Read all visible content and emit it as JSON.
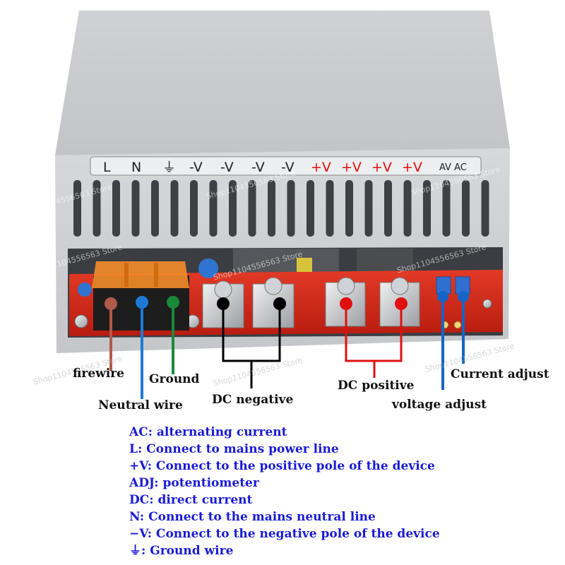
{
  "terminal_strip": {
    "labels": [
      {
        "text": "L",
        "color": "#222222"
      },
      {
        "text": "N",
        "color": "#222222"
      },
      {
        "text": "⏚",
        "color": "#222222"
      },
      {
        "text": "-V",
        "color": "#222222"
      },
      {
        "text": "-V",
        "color": "#222222"
      },
      {
        "text": "-V",
        "color": "#222222"
      },
      {
        "text": "-V",
        "color": "#222222"
      },
      {
        "text": "+V",
        "color": "#e01010"
      },
      {
        "text": "+V",
        "color": "#e01010"
      },
      {
        "text": "+V",
        "color": "#e01010"
      },
      {
        "text": "+V",
        "color": "#e01010"
      }
    ],
    "adj_label": "AV AC"
  },
  "callouts": {
    "firewire": "firewire",
    "neutral": "Neutral wire",
    "ground": "Ground",
    "dc_negative": "DC negative",
    "dc_positive": "DC positive",
    "current_adjust": "Current adjust",
    "voltage_adjust": "voltage adjust"
  },
  "legend": [
    "AC: alternating current",
    "L: Connect to mains power line",
    "+V: Connect to the positive pole of the device",
    "ADJ: potentiometer",
    "DC: direct current",
    "N: Connect to the mains neutral line",
    "−V: Connect to the negative pole of the device",
    "⏚: Ground wire"
  ],
  "watermark": "Shop1104556563 Store",
  "colors": {
    "live": "#b05a4a",
    "neutral": "#1e7ad8",
    "ground": "#1a8a3a",
    "negative": "#000000",
    "positive": "#e01010",
    "adjust": "#1565c8",
    "legend_text": "#1a1ad6",
    "pcb": "#d42a1a",
    "case": "#c9cbcf"
  }
}
